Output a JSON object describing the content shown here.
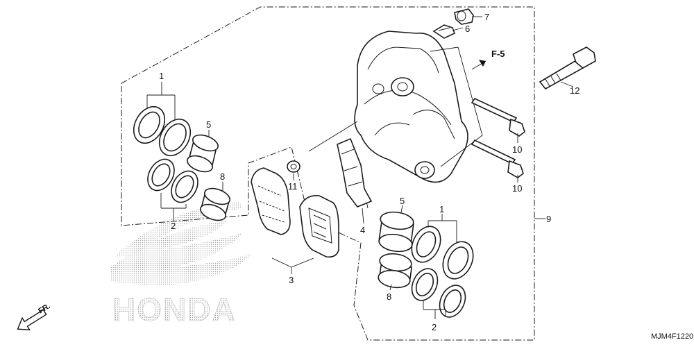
{
  "callouts": {
    "c1_top": "1",
    "c5_top": "5",
    "c8_top": "8",
    "c2_top": "2",
    "c11": "11",
    "c3": "3",
    "c4": "4",
    "c7": "7",
    "c6": "6",
    "c12": "12",
    "c10_a": "10",
    "c10_b": "10",
    "c9": "9",
    "c5_bot": "5",
    "c1_bot": "1",
    "c8_bot": "8",
    "c2_bot": "2"
  },
  "reference": "F-5",
  "direction": "FR.",
  "watermark": "HONDA",
  "diagram_code": "MJM4F1220",
  "colors": {
    "line": "#1a1a1a",
    "watermark_dots": "#b0b0b0"
  },
  "icons": [
    "forward-arrow-icon",
    "honda-wing-logo"
  ]
}
